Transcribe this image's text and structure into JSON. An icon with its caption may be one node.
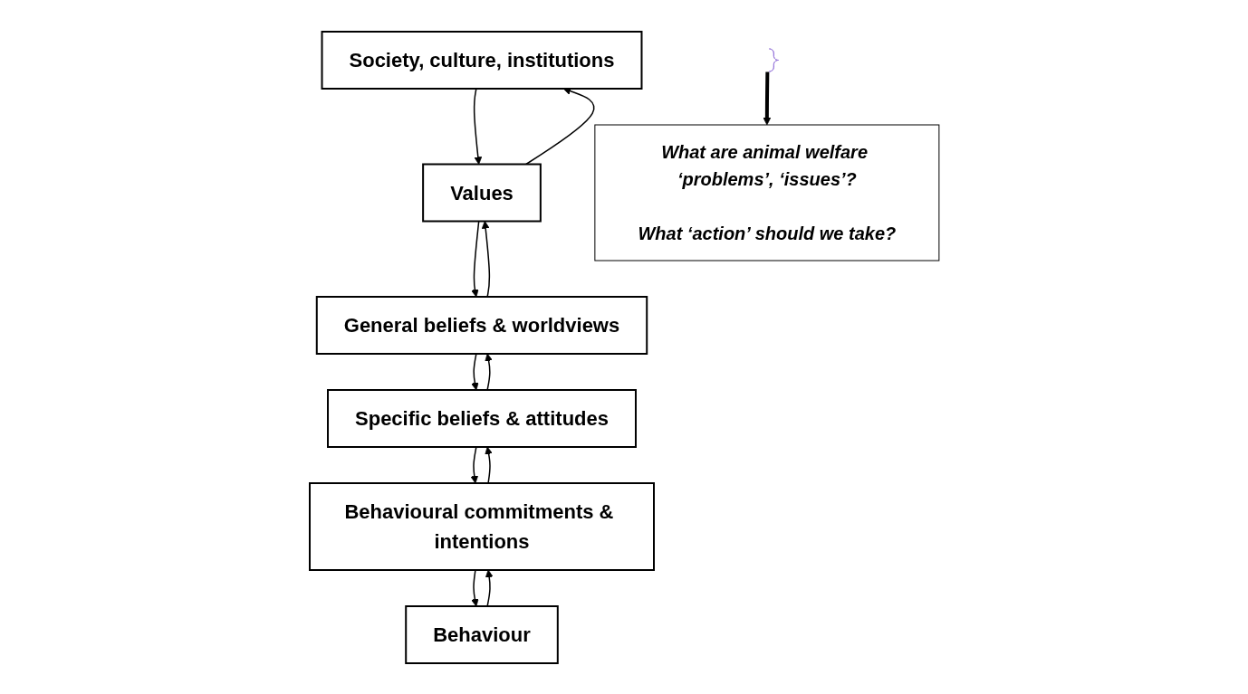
{
  "diagram": {
    "nodes": [
      {
        "text": [
          "Society, culture, institutions"
        ]
      },
      {
        "text": [
          "Values"
        ]
      },
      {
        "text": [
          "General beliefs & worldviews"
        ]
      },
      {
        "text": [
          "Specific beliefs & attitudes"
        ]
      },
      {
        "text": [
          "Behavioural commitments & intentions"
        ]
      },
      {
        "text": [
          "Behaviour"
        ]
      },
      {
        "text": [],
        "shape": "bracket"
      },
      {
        "text": [
          "What are animal welfare ‘problems’, ‘issues’?",
          "What ‘action’ should we take?"
        ]
      }
    ],
    "edges": [
      {
        "from": 0,
        "to": 1,
        "arrow": "to"
      },
      {
        "from": 1,
        "to": 0,
        "arrow": "to"
      },
      {
        "from": 1,
        "to": 2,
        "arrow": "to"
      },
      {
        "from": 2,
        "to": 1,
        "arrow": "to"
      },
      {
        "from": 2,
        "to": 3,
        "arrow": "to"
      },
      {
        "from": 3,
        "to": 2,
        "arrow": "to"
      },
      {
        "from": 3,
        "to": 4,
        "arrow": "to"
      },
      {
        "from": 4,
        "to": 3,
        "arrow": "to"
      },
      {
        "from": 4,
        "to": 5,
        "arrow": "to"
      },
      {
        "from": 5,
        "to": 4,
        "arrow": "to"
      },
      {
        "from": 6,
        "to": 7,
        "arrow": "to",
        "style": "thick"
      }
    ]
  }
}
